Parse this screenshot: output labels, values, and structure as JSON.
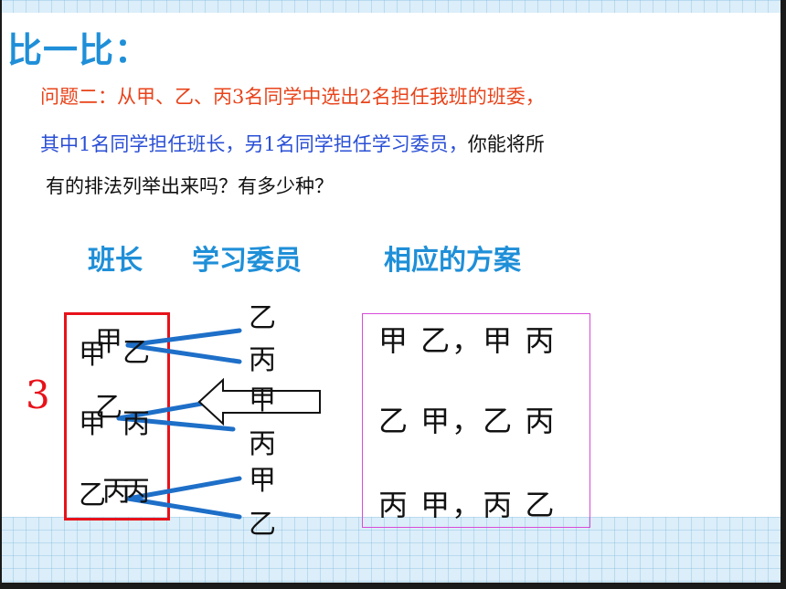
{
  "title": "比一比：",
  "question": {
    "label": "问题二：",
    "line1_rest": "从甲、乙、丙3名同学中选出2名担任我班的班委，",
    "line2_blue": "其中1名同学担任班长，另1名同学担任学习委员，",
    "line2_black": "你能将所",
    "line3": "有的排法列举出来吗？有多少种？"
  },
  "headers": {
    "monitor": "班长",
    "study_committee": "学习委员",
    "schemes": "相应的方案"
  },
  "count_label": "3",
  "tree": {
    "first_level": [
      {
        "overlay": "甲",
        "base": "甲",
        "tail": "乙"
      },
      {
        "overlay": "乙",
        "base": "甲",
        "tail": "丙"
      },
      {
        "overlay": "丙",
        "base": "乙",
        "tail": "丙"
      }
    ],
    "second_level": [
      "乙",
      "丙",
      "甲",
      "丙",
      "甲",
      "乙"
    ]
  },
  "results": [
    "甲 乙，甲 丙",
    "乙 甲，乙 丙",
    "丙 甲，丙 乙"
  ],
  "colors": {
    "title_blue": "#1f8fd8",
    "question_red": "#e8431a",
    "question_blue": "#2a4fd6",
    "box_red": "#e8121a",
    "box_pink": "#d84bd8",
    "line_blue": "#1e6fc8"
  },
  "icons": [
    "left-arrow-icon"
  ]
}
